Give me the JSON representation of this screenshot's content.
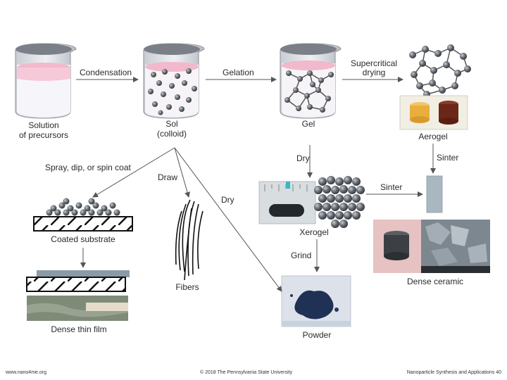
{
  "labels": {
    "solution_line1": "Solution",
    "solution_line2": "of precursors",
    "condensation": "Condensation",
    "sol_line1": "Sol",
    "sol_line2": "(colloid)",
    "gelation": "Gelation",
    "gel": "Gel",
    "supercritical_line1": "Supercritical",
    "supercritical_line2": "drying",
    "aerogel": "Aerogel",
    "sinter_top": "Sinter",
    "dry_gel": "Dry",
    "sinter_mid": "Sinter",
    "xerogel": "Xerogel",
    "grind": "Grind",
    "powder": "Powder",
    "dense_ceramic": "Dense ceramic",
    "spray": "Spray, dip, or spin coat",
    "draw": "Draw",
    "dry_sol": "Dry",
    "coated_substrate": "Coated substrate",
    "dense_thin_film": "Dense thin film",
    "fibers": "Fibers"
  },
  "footer": {
    "left": "www.nano4me.org",
    "center": "© 2018 The Pennsylvania State University",
    "right": "Nanoparticle Synthesis and Applications 40"
  },
  "colors": {
    "liquid_pink": "#f2b8cc",
    "beaker_rim": "#6b7078",
    "particle": "#55595f",
    "arrow": "#555555"
  }
}
